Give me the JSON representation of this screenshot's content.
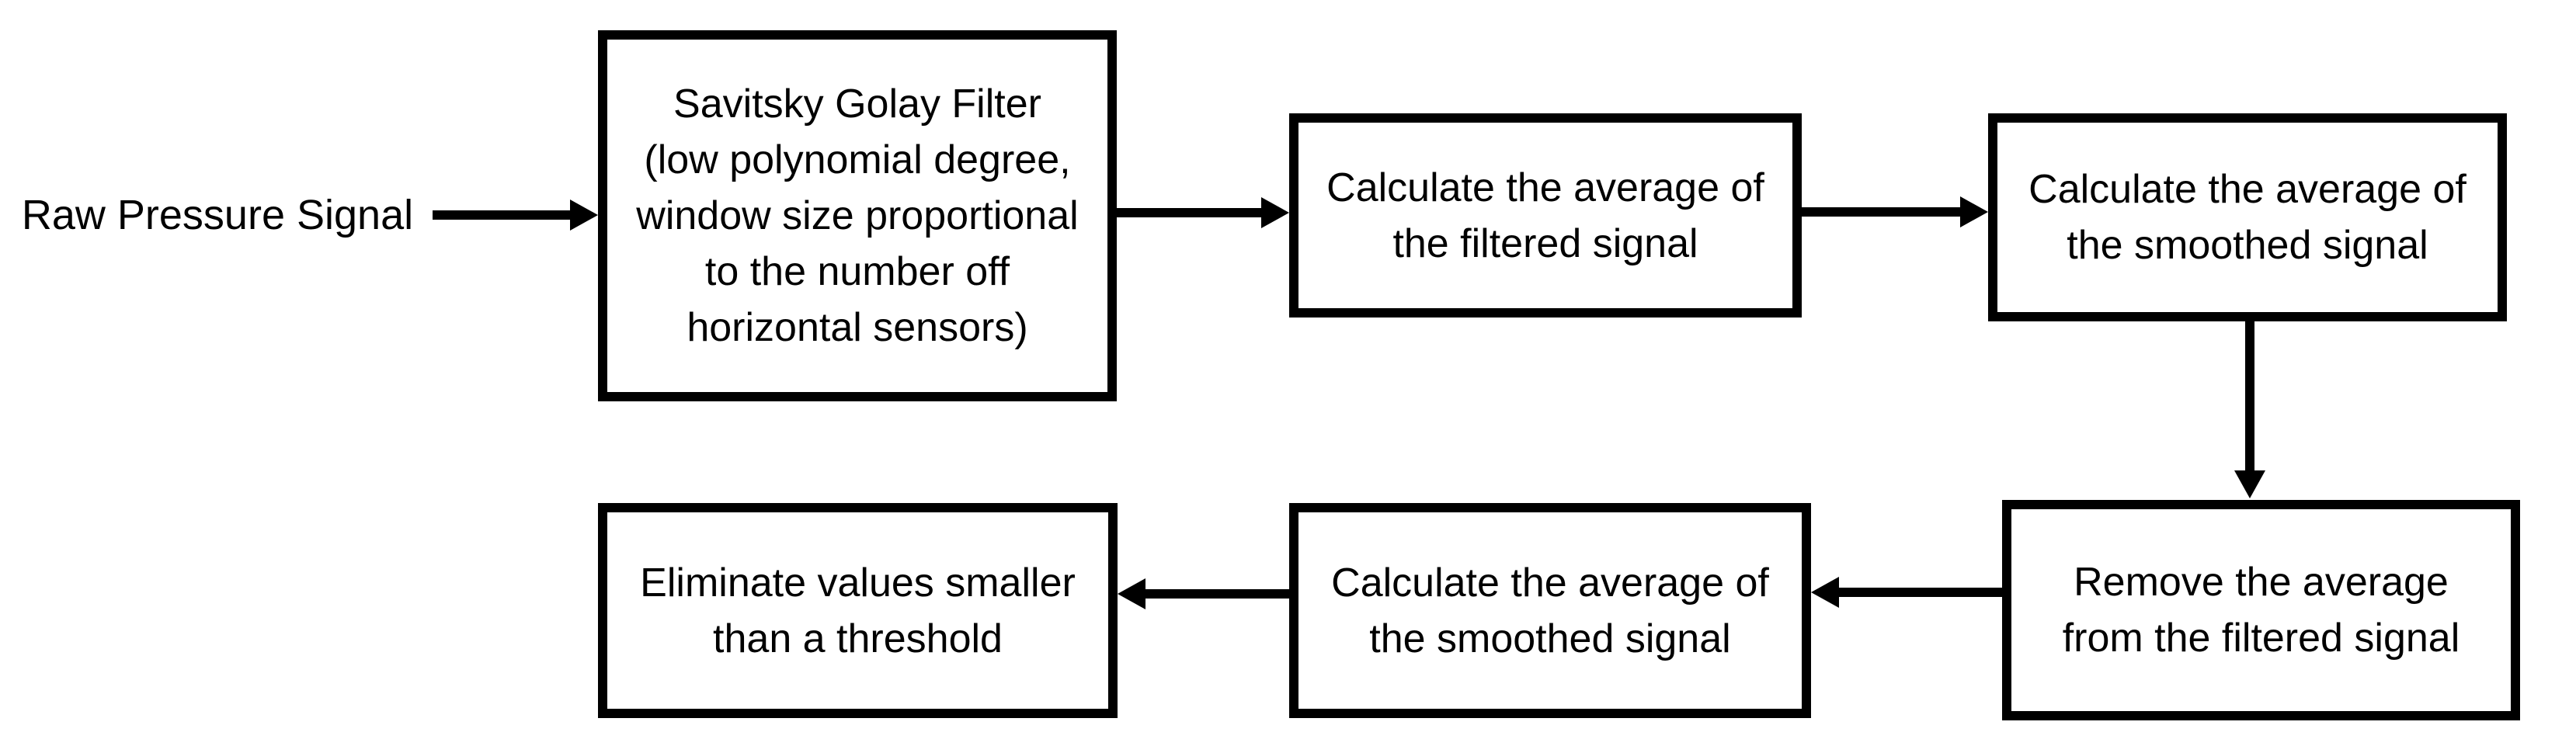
{
  "diagram": {
    "background_color": "#ffffff",
    "stroke_color": "#000000",
    "nodes": [
      {
        "id": "raw-signal",
        "type": "label",
        "lines": [
          "Raw Pressure Signal"
        ]
      },
      {
        "id": "savitsky-golay-filter",
        "type": "process",
        "lines": [
          "Savitsky Golay Filter",
          "(low polynomial degree,",
          "window size proportional",
          "to the number off",
          "horizontal sensors)"
        ]
      },
      {
        "id": "avg-filtered",
        "type": "process",
        "lines": [
          "Calculate the average of",
          "the filtered signal"
        ]
      },
      {
        "id": "avg-smoothed-top",
        "type": "process",
        "lines": [
          "Calculate the average of",
          "the smoothed signal"
        ]
      },
      {
        "id": "remove-average",
        "type": "process",
        "lines": [
          "Remove the average",
          "from the filtered signal"
        ]
      },
      {
        "id": "avg-smoothed-bottom",
        "type": "process",
        "lines": [
          "Calculate the average of",
          "the smoothed signal"
        ]
      },
      {
        "id": "eliminate-threshold",
        "type": "process",
        "lines": [
          "Eliminate values smaller",
          "than a threshold"
        ]
      }
    ],
    "edges": [
      {
        "from": "raw-signal",
        "to": "savitsky-golay-filter",
        "direction": "right"
      },
      {
        "from": "savitsky-golay-filter",
        "to": "avg-filtered",
        "direction": "right"
      },
      {
        "from": "avg-filtered",
        "to": "avg-smoothed-top",
        "direction": "right"
      },
      {
        "from": "avg-smoothed-top",
        "to": "remove-average",
        "direction": "down"
      },
      {
        "from": "remove-average",
        "to": "avg-smoothed-bottom",
        "direction": "left"
      },
      {
        "from": "avg-smoothed-bottom",
        "to": "eliminate-threshold",
        "direction": "left"
      }
    ]
  }
}
